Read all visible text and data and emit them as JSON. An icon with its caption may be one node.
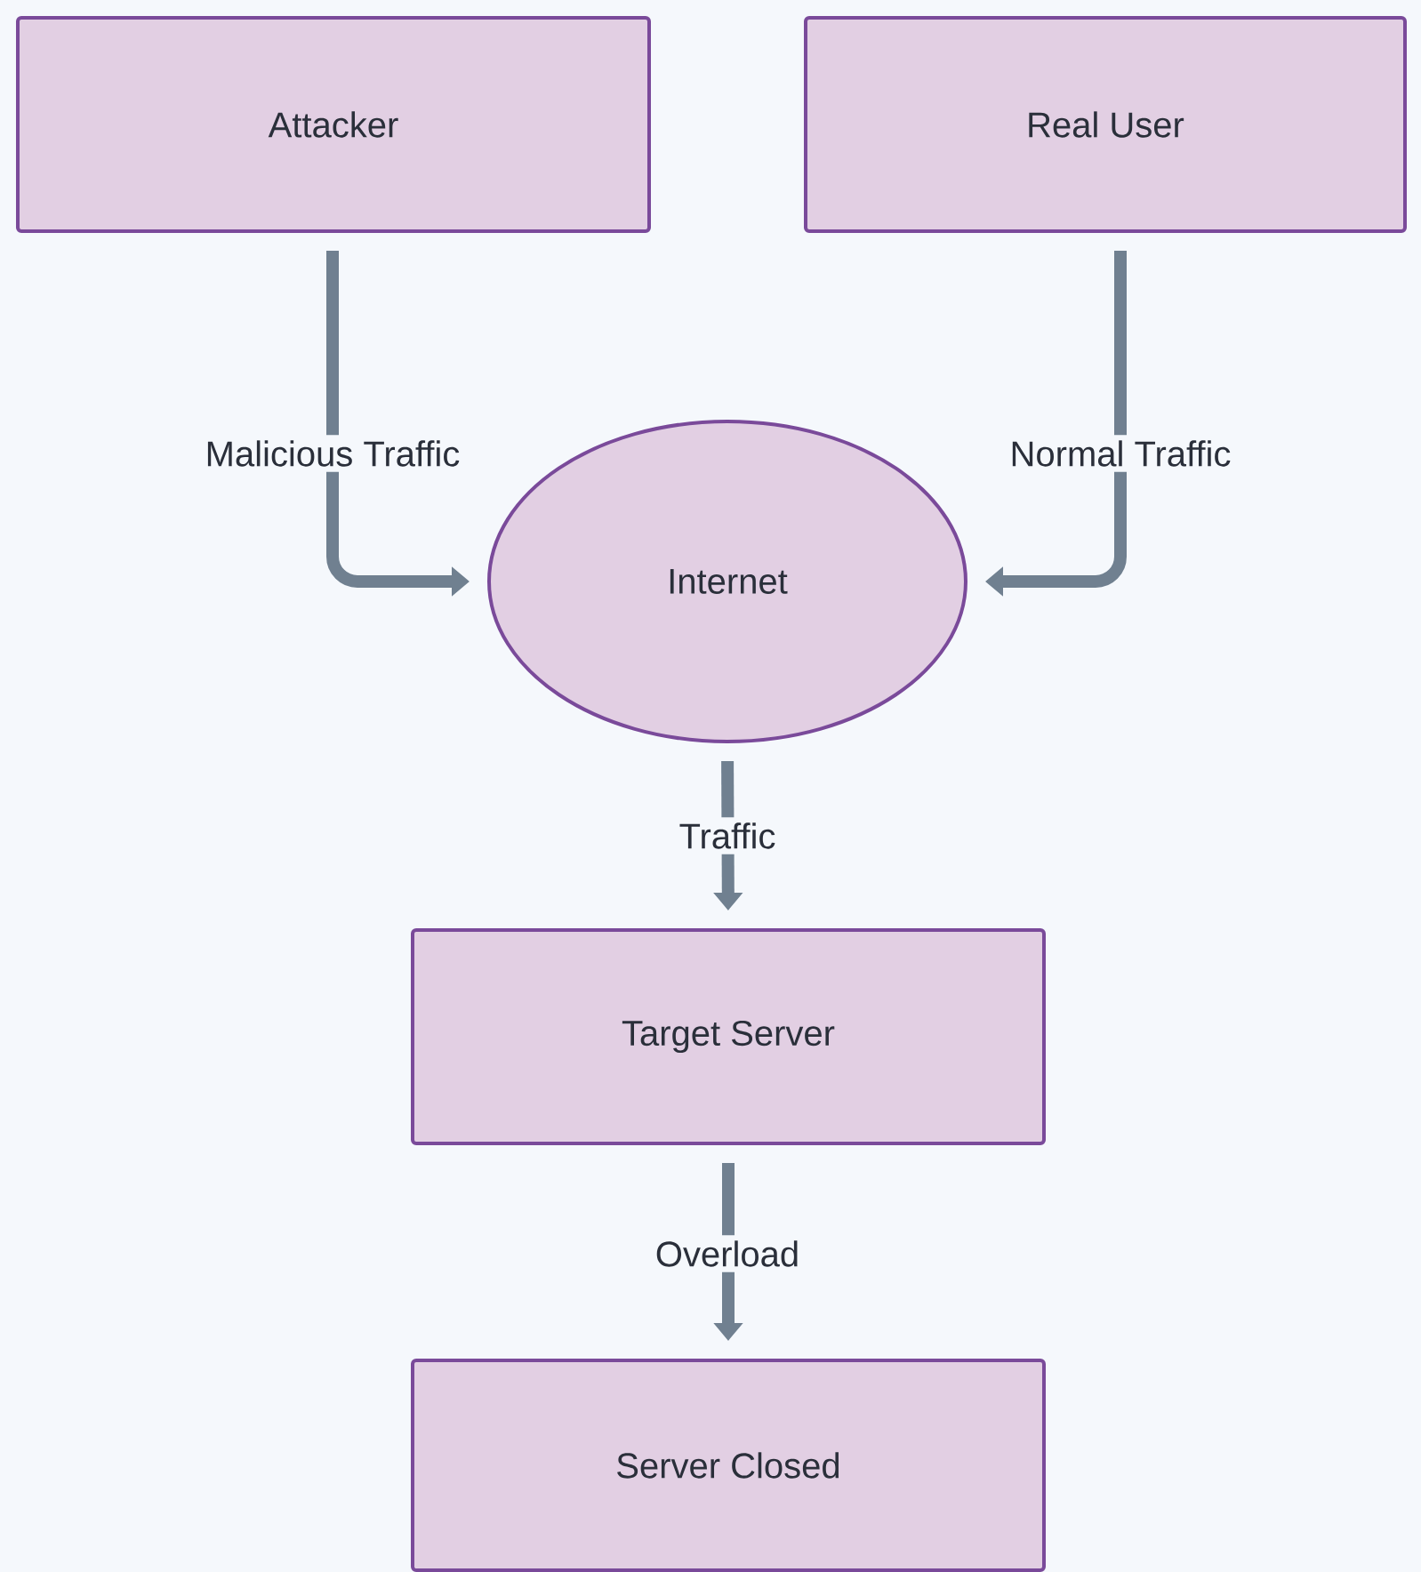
{
  "diagram": {
    "nodes": [
      {
        "text": [
          "Attacker"
        ]
      },
      {
        "text": [
          "Real User"
        ]
      },
      {
        "text": [
          "Internet"
        ]
      },
      {
        "text": [
          "Target Server"
        ]
      },
      {
        "text": [
          "Server Closed"
        ]
      }
    ],
    "edges": [
      {
        "from": 0,
        "to": 2,
        "arrow": "to",
        "label": "Malicious Traffic"
      },
      {
        "from": 1,
        "to": 2,
        "arrow": "to",
        "label": "Normal Traffic"
      },
      {
        "from": 2,
        "to": 3,
        "arrow": "to",
        "label": "Traffic"
      },
      {
        "from": 3,
        "to": 4,
        "arrow": "to",
        "label": "Overload"
      }
    ]
  }
}
